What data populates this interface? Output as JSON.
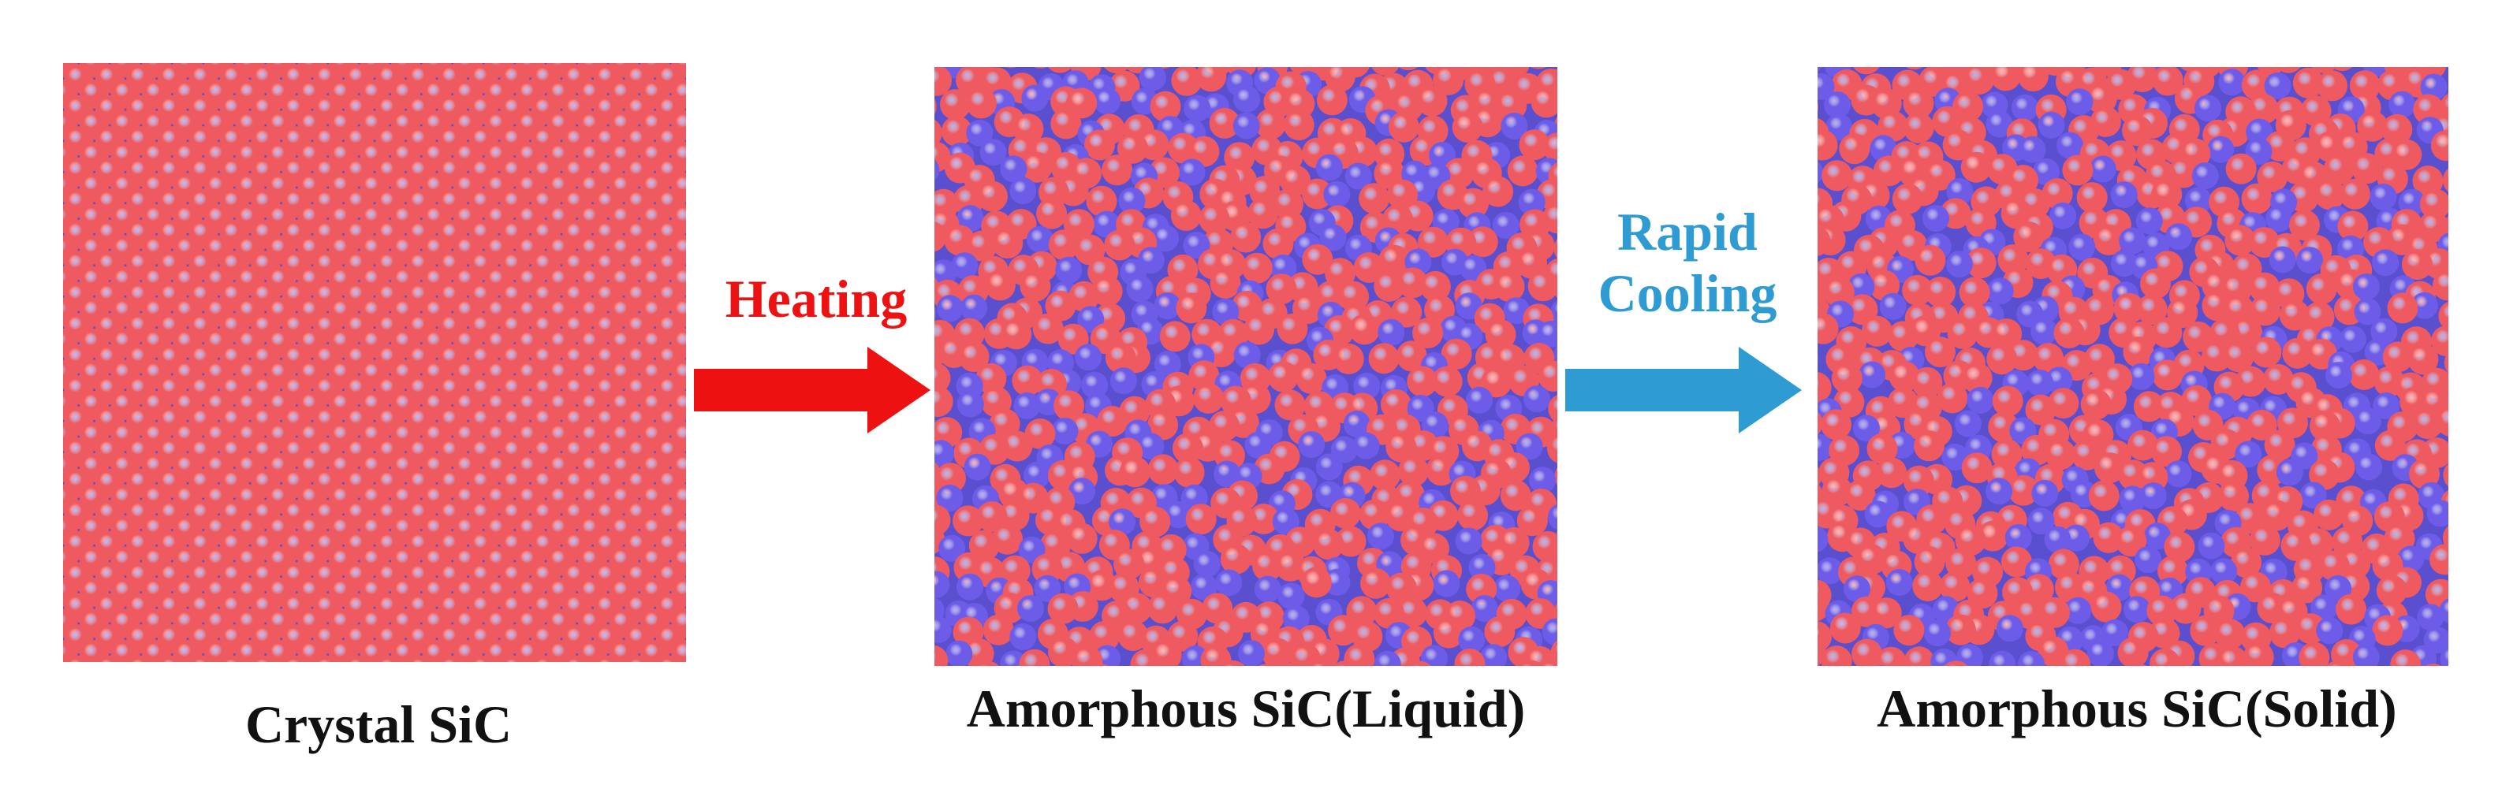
{
  "colors": {
    "silicon": "#ee5a5f",
    "carbon": "#6c5ce8",
    "heating_arrow": "#ee1111",
    "cooling_arrow": "#2e9bd3",
    "text": "#111111"
  },
  "panels": {
    "crystal": {
      "caption": "Crystal SiC",
      "structure": "ordered-lattice"
    },
    "liquid": {
      "caption": "Amorphous SiC(Liquid)",
      "structure": "disordered"
    },
    "solid": {
      "caption": "Amorphous SiC(Solid)",
      "structure": "disordered"
    }
  },
  "arrows": {
    "heating": {
      "label": "Heating",
      "icon": "right-arrow-icon"
    },
    "cooling": {
      "label_line1": "Rapid",
      "label_line2": "Cooling",
      "icon": "right-arrow-icon"
    }
  }
}
